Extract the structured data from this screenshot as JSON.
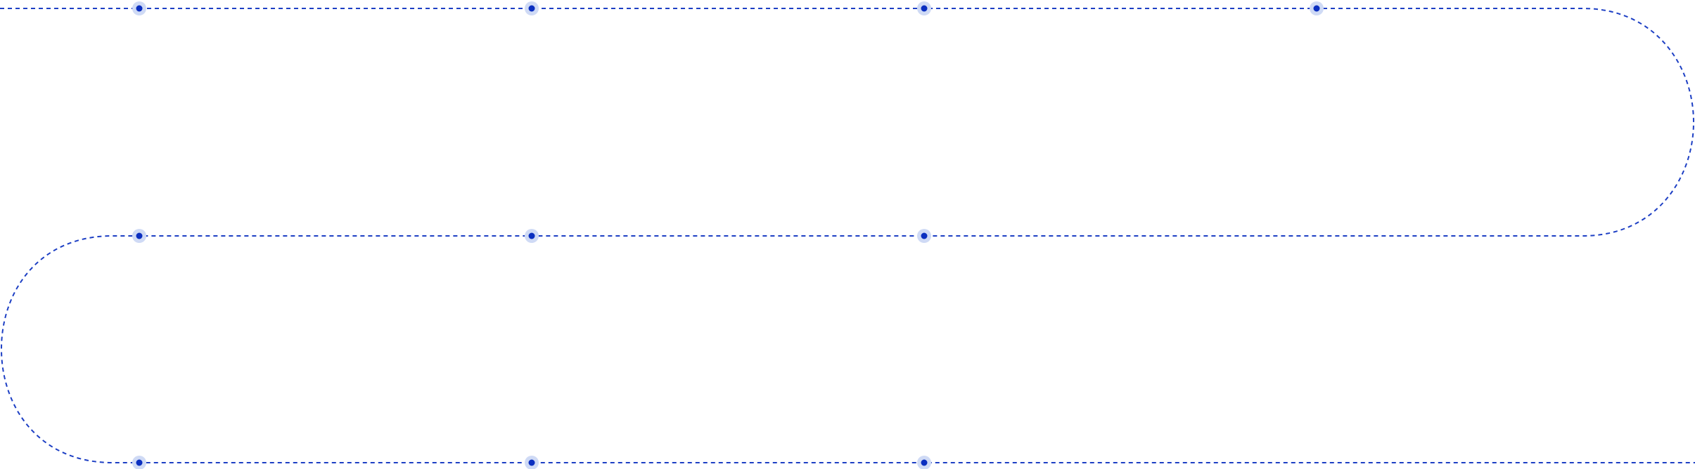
{
  "colors": {
    "line": "#1d3fc4",
    "node_core": "#0b2fc0",
    "node_halo": "#cfdaf5",
    "background": "#ffffff"
  },
  "path": {
    "style": "dashed",
    "shape": "serpentine",
    "rows": 3,
    "turns": [
      "right",
      "left"
    ]
  },
  "rows": [
    {
      "node_count": 4
    },
    {
      "node_count": 3
    },
    {
      "node_count": 3
    }
  ]
}
